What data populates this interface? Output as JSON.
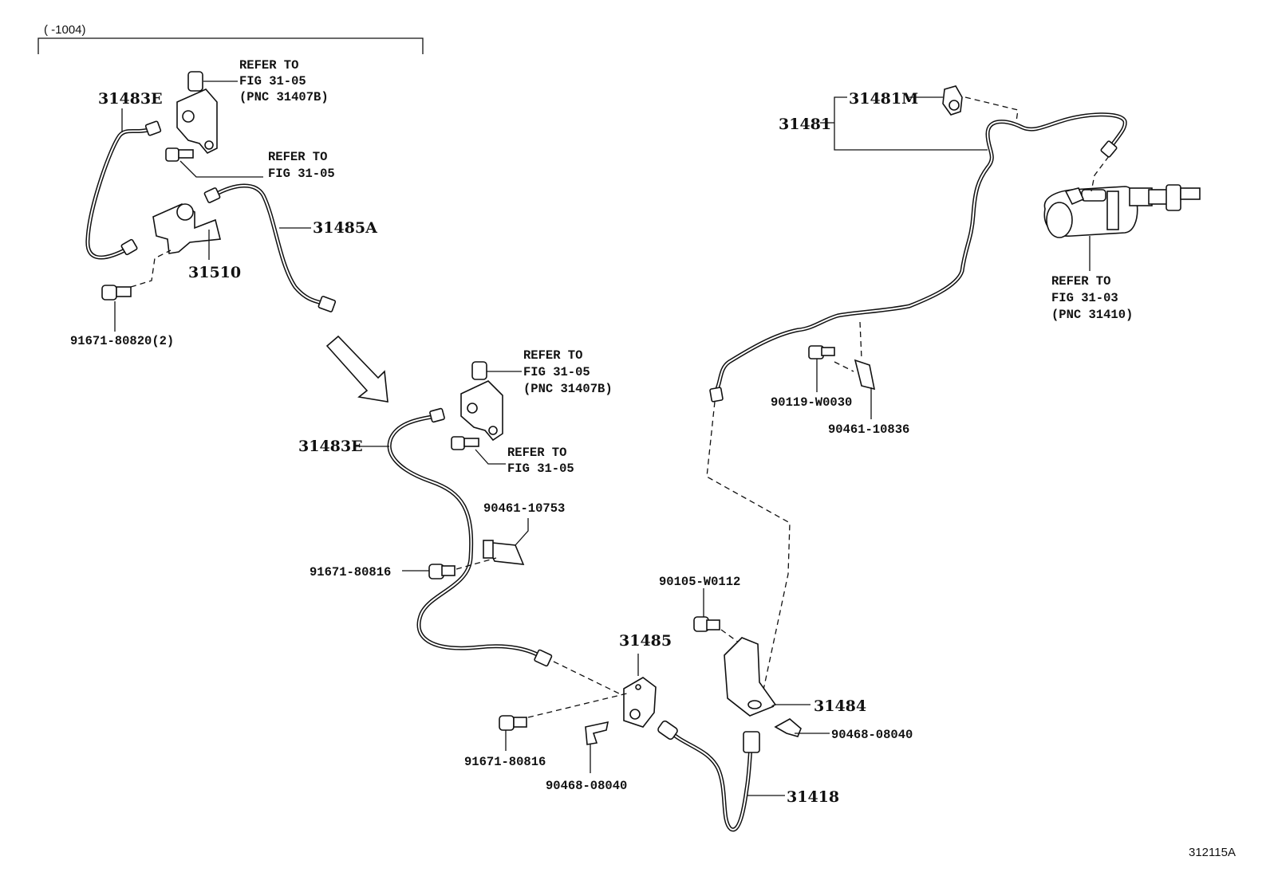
{
  "header": {
    "bracket_label": "(      -1004)"
  },
  "labels": {
    "p31483E_a": "31483E",
    "p31485A": "31485A",
    "p31510": "31510",
    "p91671_80820": "91671-80820(2)",
    "ref_fig_3105_pnc_a": [
      "REFER TO",
      "FIG 31-05",
      "(PNC 31407B)"
    ],
    "ref_fig_3105_a": [
      "REFER TO",
      "FIG 31-05"
    ],
    "p31481M": "31481M",
    "p31481": "31481",
    "ref_fig_3103": [
      "REFER TO",
      "FIG 31-03",
      "(PNC 31410)"
    ],
    "p90119_W0030": "90119-W0030",
    "p90461_10836": "90461-10836",
    "ref_fig_3105_pnc_b": [
      "REFER TO",
      "FIG 31-05",
      "(PNC 31407B)"
    ],
    "ref_fig_3105_b": [
      "REFER TO",
      "FIG 31-05"
    ],
    "p31483E_b": "31483E",
    "p90461_10753": "90461-10753",
    "p91671_80816_a": "91671-80816",
    "p90105_W0112": "90105-W0112",
    "p31485": "31485",
    "p31484": "31484",
    "p91671_80816_b": "91671-80816",
    "p90468_08040_a": "90468-08040",
    "p90468_08040_b": "90468-08040",
    "p31418": "31418",
    "diagram_code": "312115A"
  }
}
